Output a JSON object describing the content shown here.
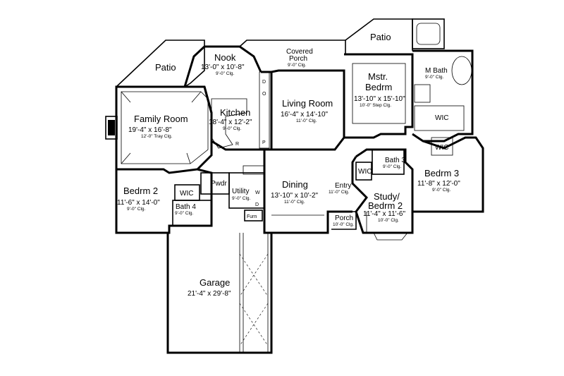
{
  "rooms": {
    "patio_left": {
      "name": "Patio"
    },
    "patio_right": {
      "name": "Patio"
    },
    "nook": {
      "name": "Nook",
      "dims": "13'-0\" x 10'-8\"",
      "ceiling": "9'-0\" Clg."
    },
    "covered_porch": {
      "name1": "Covered",
      "name2": "Porch",
      "ceiling": "9'-0\" Clg."
    },
    "family_room": {
      "name": "Family Room",
      "dims": "19'-4\" x 16'-8\"",
      "ceiling": "12'-0\" Tray Clg."
    },
    "kitchen": {
      "name": "Kitchen",
      "dims": "18'-4\" x 12'-2\"",
      "ceiling": "9'-0\" Clg."
    },
    "living_room": {
      "name": "Living Room",
      "dims": "16'-4\" x 14'-10\"",
      "ceiling": "11'-0\" Clg."
    },
    "master_bedroom": {
      "name1": "Mstr.",
      "name2": "Bedrm",
      "dims": "13'-10\" x 15'-10\"",
      "ceiling": "10'-0\" Step Clg."
    },
    "master_bath": {
      "name": "M Bath",
      "ceiling": "9'-0\" Clg."
    },
    "master_wic": {
      "name": "WIC"
    },
    "bedroom_2": {
      "name": "Bedrm 2",
      "dims": "11'-6\" x 14'-0\"",
      "ceiling": "9'-0\" Clg."
    },
    "wic_bed2": {
      "name": "WIC"
    },
    "bath_4": {
      "name": "Bath 4",
      "ceiling": "9'-0\" Clg."
    },
    "powder": {
      "name": "Pwdr"
    },
    "utility": {
      "name": "Utility",
      "ceiling": "9'-0\" Clg."
    },
    "dining": {
      "name": "Dining",
      "dims": "13'-10\" x 10'-2\"",
      "ceiling": "11'-0\" Clg."
    },
    "entry": {
      "name": "Entry",
      "ceiling": "11'-0\" Clg."
    },
    "porch": {
      "name": "Porch",
      "ceiling": "10'-0\" Clg."
    },
    "study": {
      "name1": "Study/",
      "name2": "Bedrm 2",
      "dims": "11'-4\" x 11'-6\"",
      "ceiling": "10'-0\" Clg."
    },
    "bath_3": {
      "name": "Bath 3",
      "ceiling": "9'-0\" Clg."
    },
    "wic_bath3": {
      "name": "WIC"
    },
    "bedroom_3": {
      "name": "Bedrm 3",
      "dims": "11'-8\" x 12'-0\"",
      "ceiling": "9'-0\" Clg."
    },
    "wic_bed3": {
      "name": "WIC"
    },
    "garage": {
      "name": "Garage",
      "dims": "21'-4\" x 29'-8\""
    }
  },
  "fixtures": {
    "refrigerator": "R",
    "pantry": "P",
    "oven": "O",
    "dw": "D",
    "washer": "W",
    "dryer": "D",
    "furnace": "Furn"
  }
}
